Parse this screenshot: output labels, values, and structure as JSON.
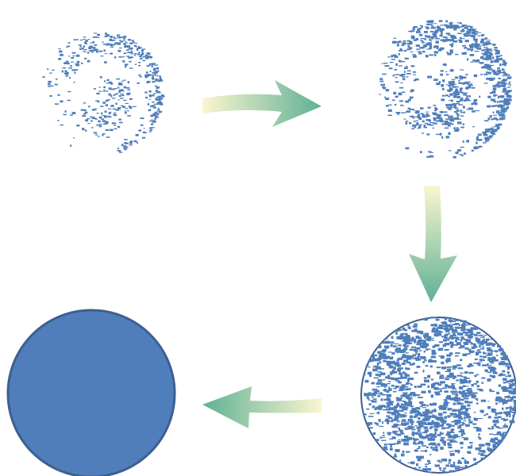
{
  "diagram": {
    "colors": {
      "background": "#ffffff",
      "fill": "#4f7ebb",
      "outline": "#3d5f90",
      "arrow_start": "#fbf6cf",
      "arrow_end": "#5fb095"
    },
    "stages": [
      {
        "name": "stage-1",
        "fill_level": 0.22,
        "partial_rim": true
      },
      {
        "name": "stage-2",
        "fill_level": 0.48,
        "partial_rim": true
      },
      {
        "name": "stage-3",
        "fill_level": 0.7,
        "partial_rim": false
      },
      {
        "name": "stage-4",
        "fill_level": 1.0,
        "partial_rim": false
      }
    ],
    "arrows": [
      {
        "from": "stage-1",
        "to": "stage-2",
        "direction": "right"
      },
      {
        "from": "stage-2",
        "to": "stage-3",
        "direction": "down"
      },
      {
        "from": "stage-3",
        "to": "stage-4",
        "direction": "left"
      }
    ]
  }
}
